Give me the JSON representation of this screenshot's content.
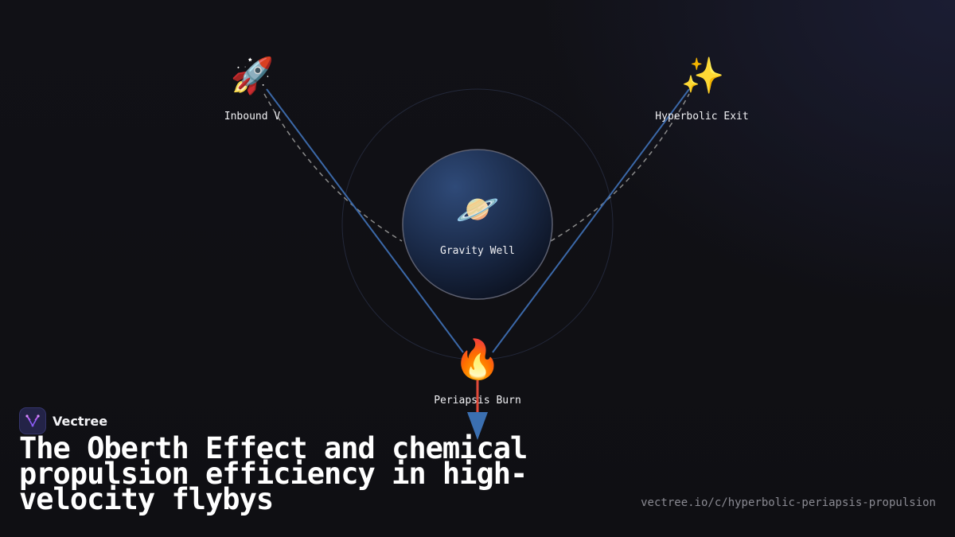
{
  "diagram": {
    "nodes": {
      "inbound": {
        "emoji": "🚀",
        "label": "Inbound V",
        "icon": "rocket-icon"
      },
      "exit": {
        "emoji": "✨",
        "label": "Hyperbolic Exit",
        "icon": "sparkles-icon"
      },
      "planet": {
        "emoji": "🪐",
        "label": "Gravity Well",
        "icon": "ringed-planet-icon"
      },
      "burn": {
        "emoji": "🔥",
        "label": "Periapsis Burn",
        "icon": "fire-icon"
      }
    },
    "colors": {
      "trajectory_lines": "#3b68a8",
      "dashed_path": "#8a8a8a",
      "orbit_ring": "#23283a",
      "burn_vector": "#e04a3a",
      "burn_arrowhead": "#3b6fb0"
    }
  },
  "brand": {
    "name": "Vectree",
    "logo_icon": "vectree-logo-icon"
  },
  "title": "The Oberth Effect and chemical propulsion efficiency in high-velocity flybys",
  "url": "vectree.io/c/hyperbolic-periapsis-propulsion"
}
